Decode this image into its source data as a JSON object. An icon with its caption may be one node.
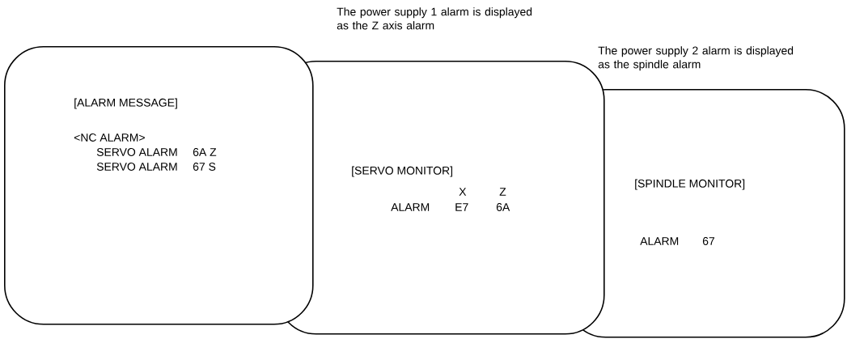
{
  "diagram": {
    "nodes": [
      {
        "text": [
          "[ALARM MESSAGE]",
          "<NC ALARM>",
          "SERVO ALARM",
          "6A Z",
          "SERVO ALARM",
          "67 S"
        ]
      },
      {
        "text": [
          "[SERVO MONITOR]",
          "X",
          "Z",
          "ALARM",
          "E7",
          "6A"
        ]
      },
      {
        "text": [
          "[SPINDLE MONITOR]",
          "ALARM",
          "67"
        ]
      }
    ],
    "labels": [
      "The power supply 1 alarm is displayed as the Z axis alarm",
      "The power supply 2 alarm is displayed as the spindle alarm"
    ],
    "edges": []
  }
}
